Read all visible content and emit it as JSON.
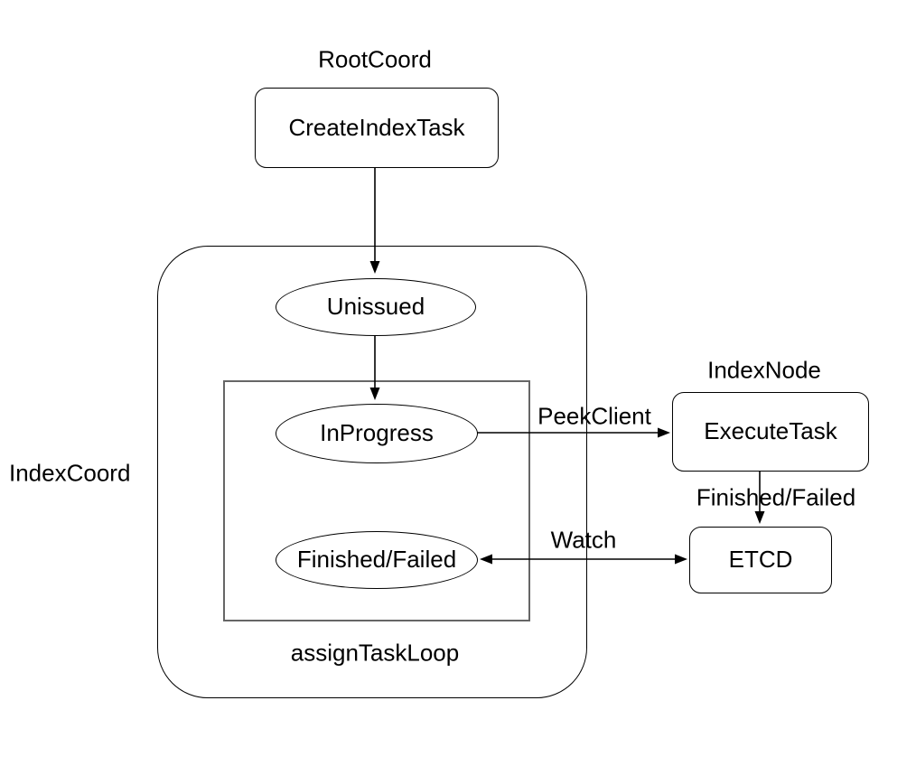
{
  "diagram": {
    "group_labels": {
      "rootcoord": "RootCoord",
      "indexcoord": "IndexCoord",
      "indexnode": "IndexNode",
      "assign_task_loop": "assignTaskLoop"
    },
    "nodes": {
      "create_index_task": "CreateIndexTask",
      "unissued": "Unissued",
      "in_progress": "InProgress",
      "finished_failed": "Finished/Failed",
      "execute_task": "ExecuteTask",
      "etcd": "ETCD"
    },
    "edge_labels": {
      "peek_client": "PeekClient",
      "finished_failed": "Finished/Failed",
      "watch": "Watch"
    },
    "colors": {
      "stroke": "#000000",
      "inner_container_stroke": "#666666",
      "background": "#ffffff"
    }
  }
}
